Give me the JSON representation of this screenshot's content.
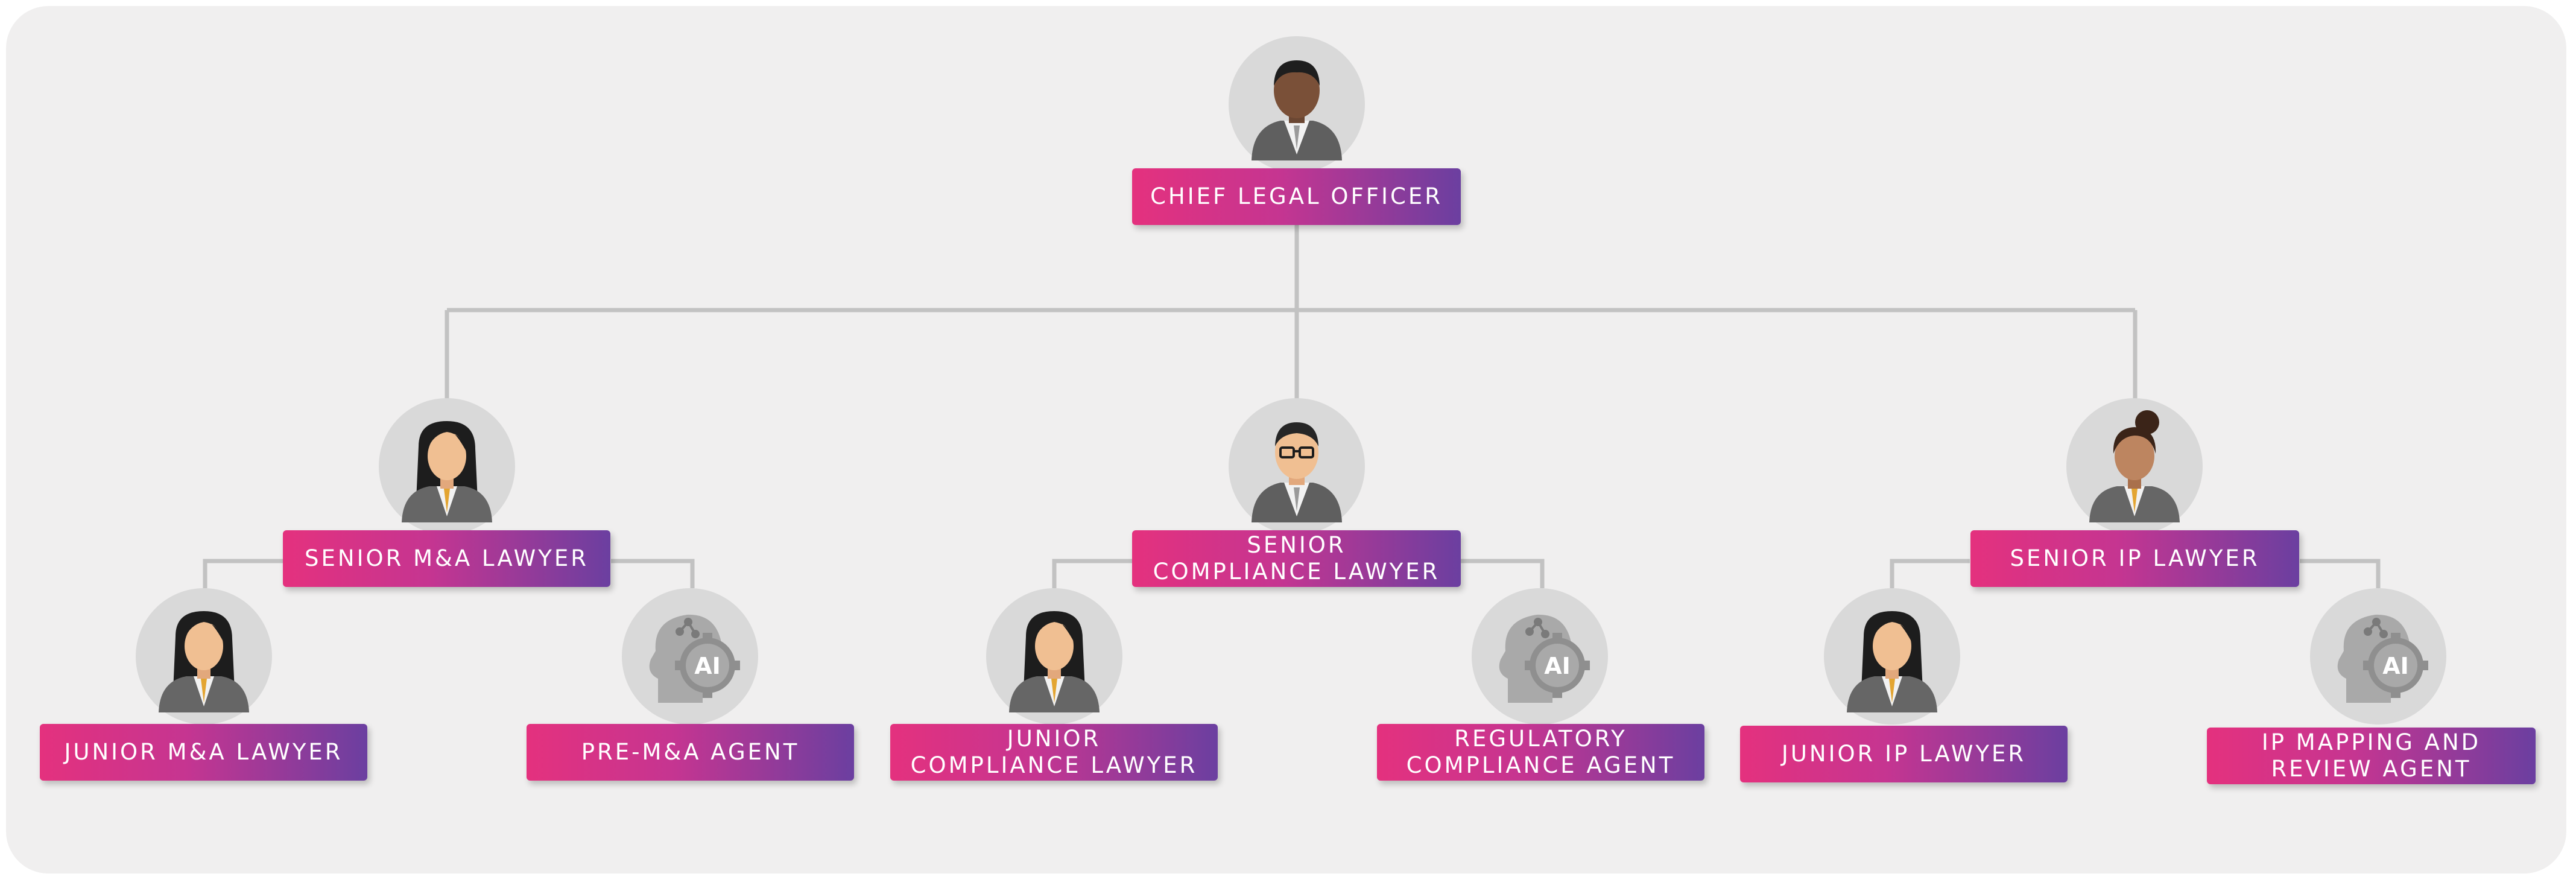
{
  "org_chart": {
    "root": {
      "title": "CHIEF LEGAL OFFICER",
      "avatar": "man-dark-icon"
    },
    "groups": [
      {
        "head": {
          "title": "SENIOR M&A LAWYER",
          "avatar": "woman-icon"
        },
        "children": [
          {
            "title": "JUNIOR M&A LAWYER",
            "avatar": "woman-icon"
          },
          {
            "title": "PRE-M&A AGENT",
            "avatar": "ai-agent-icon"
          }
        ]
      },
      {
        "head": {
          "title_line1": "SENIOR",
          "title_line2": "COMPLIANCE LAWYER",
          "avatar": "man-glasses-icon"
        },
        "children": [
          {
            "title_line1": "JUNIOR",
            "title_line2": "COMPLIANCE LAWYER",
            "avatar": "woman-icon"
          },
          {
            "title_line1": "REGULATORY",
            "title_line2": "COMPLIANCE AGENT",
            "avatar": "ai-agent-icon"
          }
        ]
      },
      {
        "head": {
          "title": "SENIOR IP LAWYER",
          "avatar": "woman-bun-icon"
        },
        "children": [
          {
            "title": "JUNIOR IP LAWYER",
            "avatar": "woman-icon"
          },
          {
            "title_line1": "IP MAPPING AND",
            "title_line2": "REVIEW AGENT",
            "avatar": "ai-agent-icon"
          }
        ]
      }
    ],
    "colors": {
      "gradient_start": "#e4317e",
      "gradient_end": "#6b3fa0",
      "connector": "#c2c2c2",
      "avatar_bg": "#d9d9d9",
      "background": "#f0efef"
    }
  }
}
